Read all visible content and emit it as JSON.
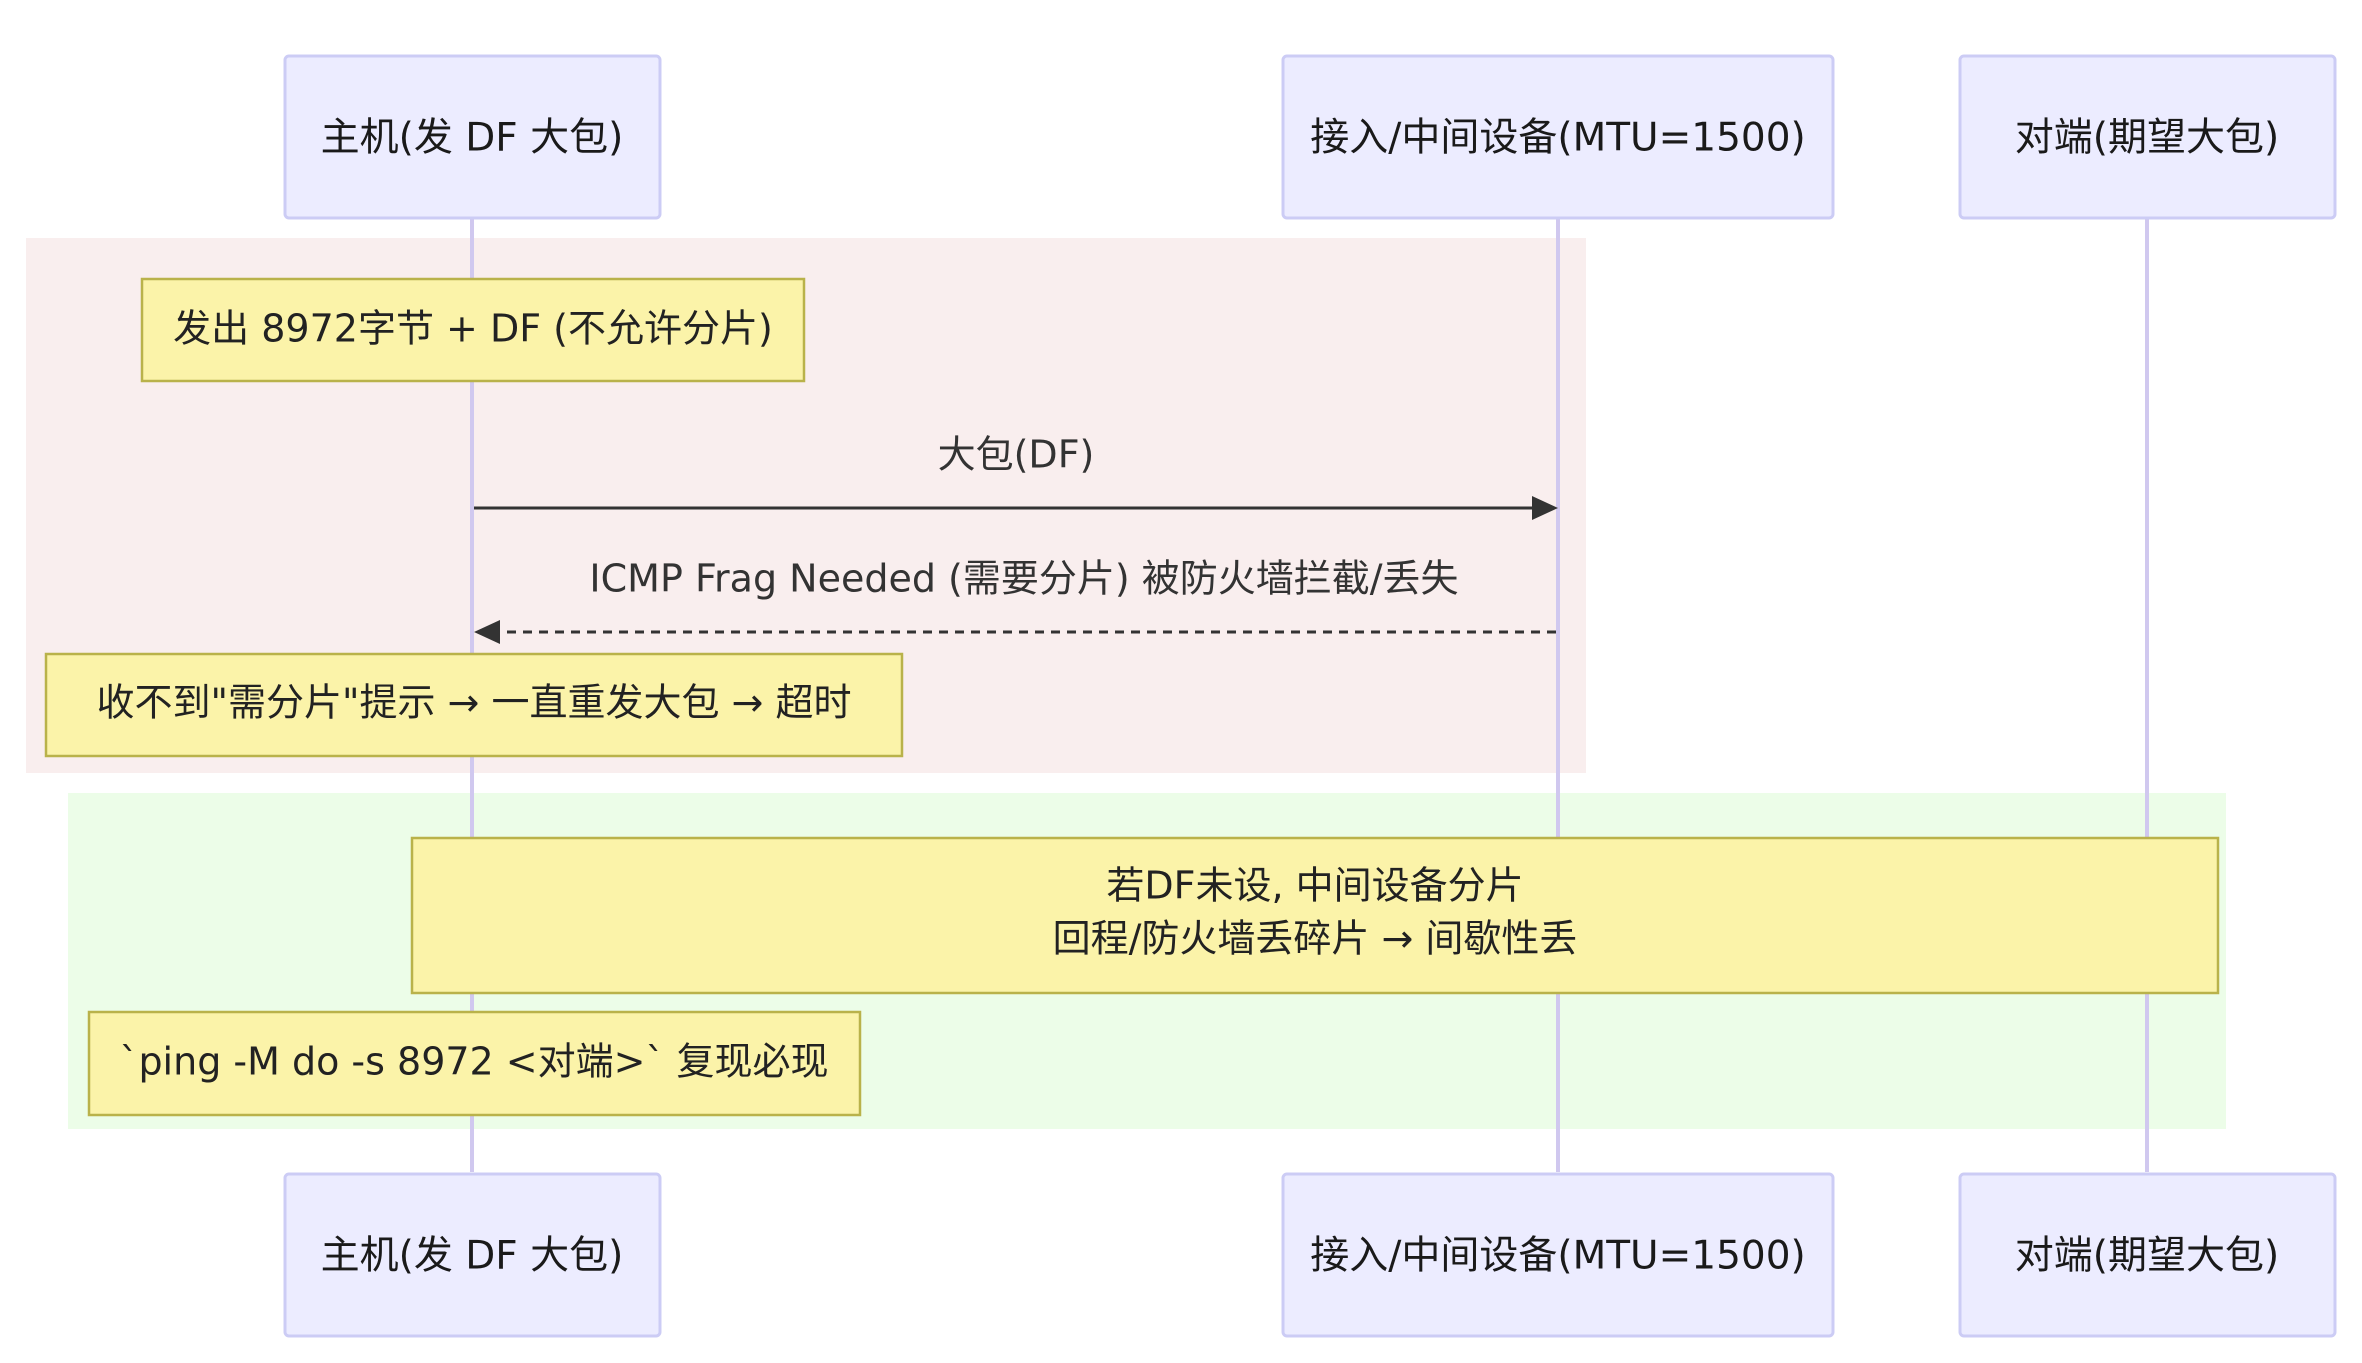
{
  "diagram": {
    "type": "sequence",
    "participants": [
      {
        "id": "host",
        "label": "主机(发 DF 大包)"
      },
      {
        "id": "middle",
        "label": "接入/中间设备(MTU=1500)"
      },
      {
        "id": "peer",
        "label": "对端(期望大包)"
      }
    ],
    "regions": [
      {
        "id": "region-1",
        "color": "#f9eeee"
      },
      {
        "id": "region-2",
        "color": "#ecfde8"
      }
    ],
    "steps": [
      {
        "kind": "note",
        "over": [
          "host"
        ],
        "lines": [
          "发出 8972字节 + DF (不允许分片)"
        ]
      },
      {
        "kind": "message",
        "from": "host",
        "to": "middle",
        "style": "solid",
        "label": "大包(DF)"
      },
      {
        "kind": "message",
        "from": "middle",
        "to": "host",
        "style": "dashed",
        "label": "ICMP Frag Needed (需要分片) 被防火墙拦截/丢失"
      },
      {
        "kind": "note",
        "over": [
          "host"
        ],
        "lines": [
          "收不到\"需分片\"提示 → 一直重发大包 → 超时"
        ]
      },
      {
        "kind": "note",
        "over": [
          "host",
          "peer"
        ],
        "lines": [
          "若DF未设, 中间设备分片",
          "回程/防火墙丢碎片 → 间歇性丢"
        ]
      },
      {
        "kind": "note",
        "over": [
          "host"
        ],
        "lines": [
          "`ping -M do -s 8972 <对端>` 复现必现"
        ]
      }
    ]
  }
}
